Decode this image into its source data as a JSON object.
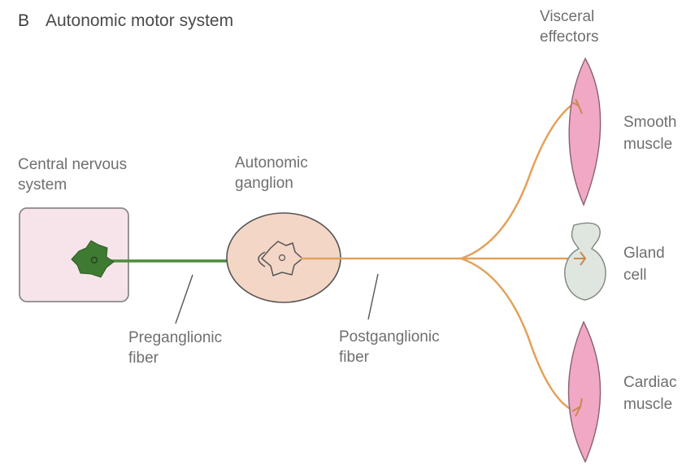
{
  "figure": {
    "panel_letter": "B",
    "title": "Autonomic motor system"
  },
  "labels": {
    "cns": [
      "Central nervous",
      "system"
    ],
    "ganglion": [
      "Autonomic",
      "ganglion"
    ],
    "visceral": [
      "Visceral",
      "effectors"
    ],
    "smooth": [
      "Smooth",
      "muscle"
    ],
    "gland": [
      "Gland",
      "cell"
    ],
    "cardiac": [
      "Cardiac",
      "muscle"
    ],
    "preganglionic": [
      "Preganglionic",
      "fiber"
    ],
    "postganglionic": [
      "Postganglionic",
      "fiber"
    ]
  },
  "colors": {
    "cns_box_fill": "#f7e4ea",
    "cns_box_stroke": "#8a8a8a",
    "ganglion_fill": "#f3d6c6",
    "ganglion_stroke": "#555555",
    "preganglionic_fiber": "#4f8a3c",
    "cns_neuron": "#3f7a33",
    "postganglionic_fiber": "#e3a15a",
    "muscle_fill": "#f0a8c4",
    "muscle_stroke": "#8a6070",
    "gland_fill": "#dfe6df",
    "gland_stroke": "#7d857d",
    "pointer": "#555555"
  }
}
